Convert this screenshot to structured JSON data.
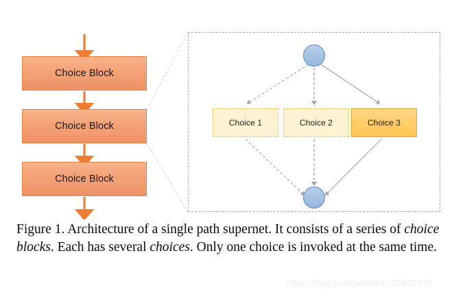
{
  "figure": {
    "left_column": {
      "blocks": [
        {
          "label": "Choice Block"
        },
        {
          "label": "Choice Block"
        },
        {
          "label": "Choice Block"
        }
      ],
      "arrow_color": "#ED7D31"
    },
    "detail_panel": {
      "border_style": "dashed",
      "border_color": "#A9A9AD",
      "head_node": {
        "name": "input-node",
        "color": "#A4C2E2",
        "border_color": "#5B89C0"
      },
      "tail_node": {
        "name": "output-node",
        "color": "#A4C2E2",
        "border_color": "#5B89C0"
      },
      "choices": [
        {
          "label": "Choice 1",
          "state": "inactive",
          "fill": "#FDF2D2",
          "border": "#F5C344"
        },
        {
          "label": "Choice 2",
          "state": "inactive",
          "fill": "#FDF2D2",
          "border": "#F5C344"
        },
        {
          "label": "Choice 3",
          "state": "active",
          "fill": "#FFCC66",
          "border": "#E0A526"
        }
      ],
      "edge_color": "#A6A6A6"
    }
  },
  "caption": {
    "line_1_a": "Figure 1. Architecture of a single path supernet.  It consists of a",
    "line_2_a": "series of ",
    "line_2_em": "choice blocks",
    "line_2_b": ". Each has several ",
    "line_2_em2": "choices",
    "line_2_c": ". Only one choice",
    "line_3": "is invoked at the same time."
  },
  "watermark": {
    "text": "https://blog.csdn.net/sinat_35821976"
  }
}
